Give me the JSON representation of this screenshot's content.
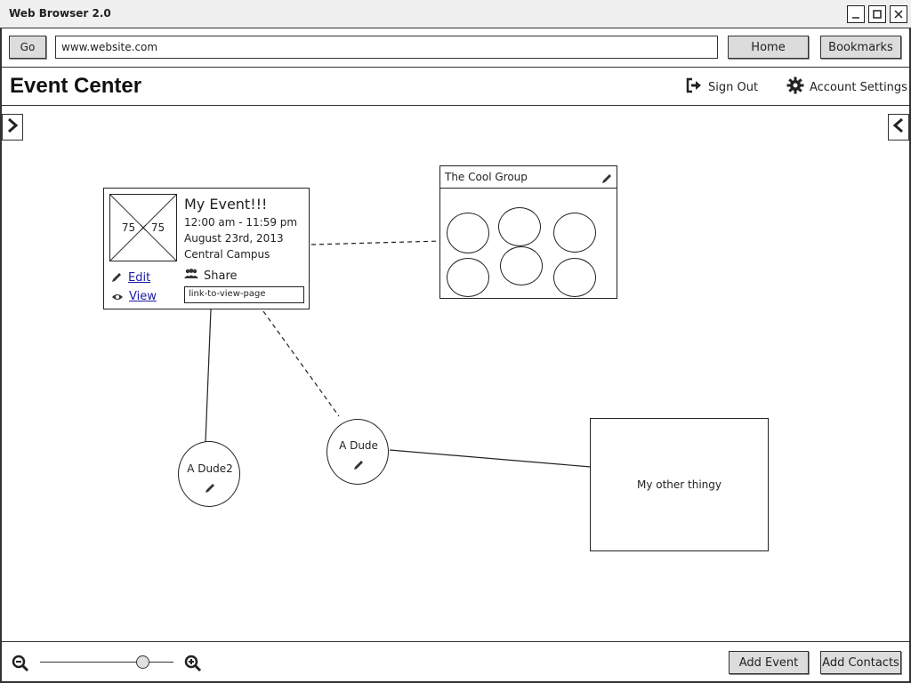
{
  "window": {
    "title": "Web Browser 2.0"
  },
  "browser_bar": {
    "go_label": "Go",
    "url": "www.website.com",
    "home_label": "Home",
    "bookmarks_label": "Bookmarks"
  },
  "header": {
    "title": "Event Center",
    "sign_out_label": "Sign Out",
    "account_settings_label": "Account Settings"
  },
  "event_card": {
    "image_placeholder": "75 × 75",
    "title": "My Event!!!",
    "time": "12:00 am - 11:59 pm",
    "date": "August 23rd, 2013",
    "location": "Central Campus",
    "edit_label": "Edit",
    "view_label": "View",
    "share_label": "Share",
    "share_link_value": "link-to-view-page"
  },
  "group": {
    "title": "The Cool Group",
    "member_count": 6
  },
  "nodes": {
    "dude": "A Dude",
    "dude2": "A Dude2",
    "other_thingy": "My other thingy"
  },
  "footer": {
    "zoom_level": 0.8,
    "add_event_label": "Add Event",
    "add_contacts_label": "Add Contacts"
  },
  "icons": [
    "minimize-icon",
    "maximize-icon",
    "close-icon",
    "sign-out-icon",
    "gear-icon",
    "chevron-right-icon",
    "chevron-left-icon",
    "pencil-icon",
    "eye-icon",
    "users-icon",
    "zoom-out-icon",
    "zoom-in-icon"
  ]
}
